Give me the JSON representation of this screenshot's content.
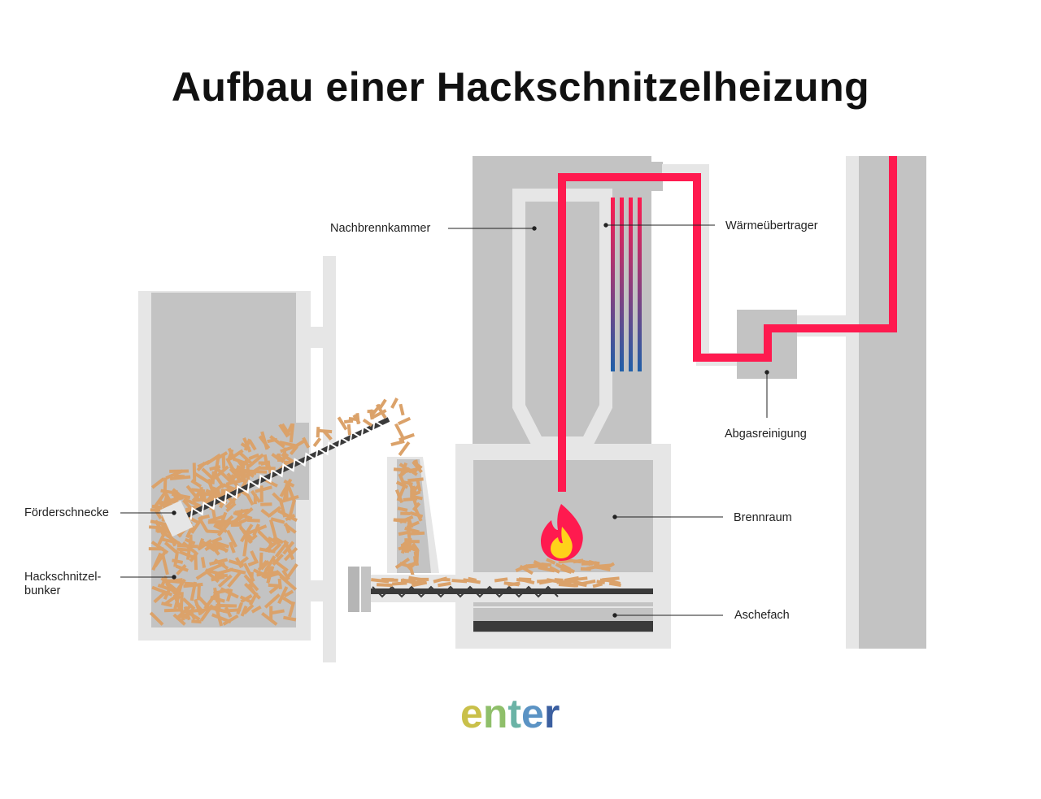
{
  "title": "Aufbau einer Hackschnitzelheizung",
  "labels": {
    "nachbrennkammer": "Nachbrennkammer",
    "waermeuebertrager": "Wärmeübertrager",
    "abgasreinigung": "Abgasreinigung",
    "brennraum": "Brennraum",
    "aschefach": "Aschefach",
    "foerderschnecke": "Förderschnecke",
    "hackschnitzel_line1": "Hackschnitzel-",
    "hackschnitzel_line2": "bunker"
  },
  "logo": {
    "text": "enter",
    "letters": [
      "e",
      "n",
      "t",
      "e",
      "r"
    ],
    "colors": [
      "#c9c04a",
      "#8fbf6a",
      "#6bb3a6",
      "#5b93c4",
      "#3b5fa0"
    ]
  },
  "colors": {
    "structure_dark": "#c3c3c3",
    "structure_light": "#e6e6e6",
    "pipe": "#ff1a4f",
    "exchanger_top": "#ff1a4f",
    "exchanger_bottom": "#1f5fa8",
    "woodchips": "#dba26a",
    "auger": "#3a3a3a",
    "flame_outer": "#ff1a4f",
    "flame_inner": "#ffd21a"
  }
}
